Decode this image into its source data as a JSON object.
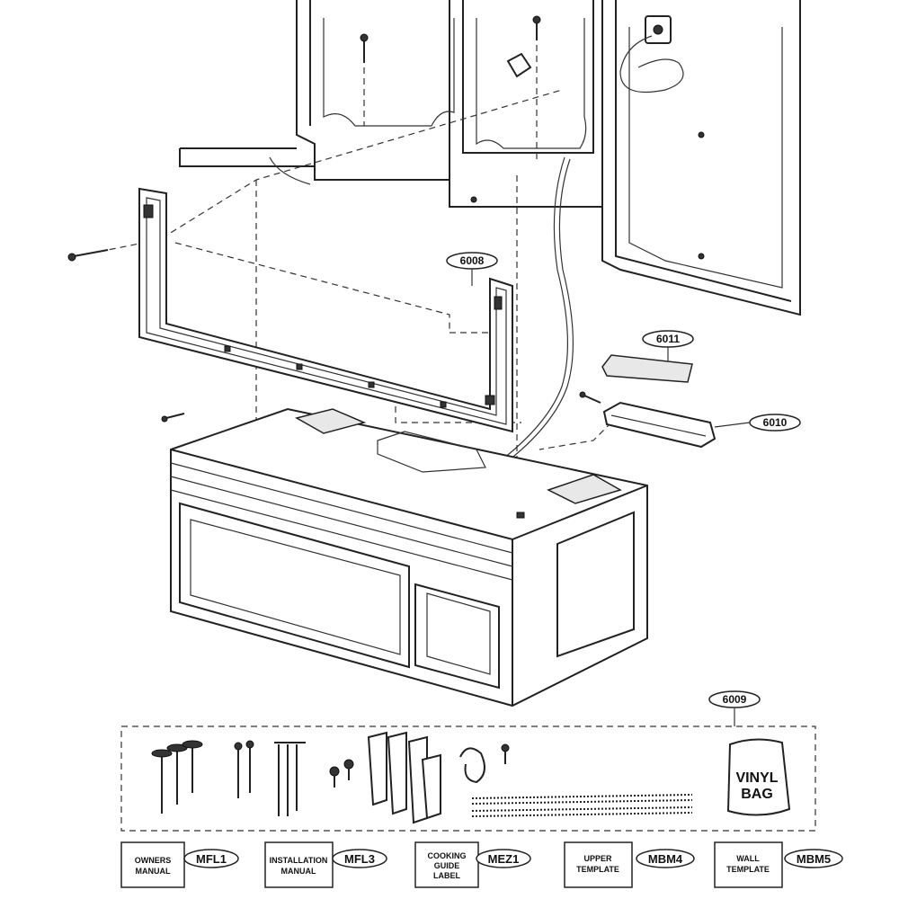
{
  "callouts": {
    "mounting_plate": "6008",
    "grease_filter_cover": "6011",
    "damper_assembly": "6010",
    "hardware_kit": "6009"
  },
  "vinyl_bag": {
    "line1": "VINYL",
    "line2": "BAG"
  },
  "documents": [
    {
      "line1": "OWNERS",
      "line2": "MANUAL",
      "line3": "",
      "code": "MFL1"
    },
    {
      "line1": "INSTALLATION",
      "line2": "MANUAL",
      "line3": "",
      "code": "MFL3"
    },
    {
      "line1": "COOKING",
      "line2": "GUIDE",
      "line3": "LABEL",
      "code": "MEZ1"
    },
    {
      "line1": "UPPER",
      "line2": "TEMPLATE",
      "line3": "",
      "code": "MBM4"
    },
    {
      "line1": "WALL",
      "line2": "TEMPLATE",
      "line3": "",
      "code": "MBM5"
    }
  ]
}
